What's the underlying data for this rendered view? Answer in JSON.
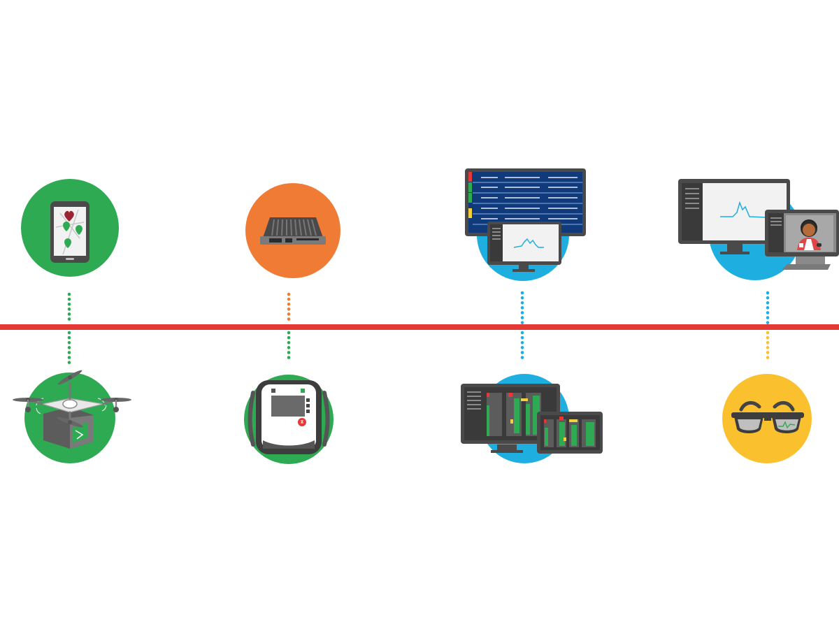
{
  "colors": {
    "background": "#ffffff",
    "timeline": "#e53935",
    "green": "#2eaa52",
    "orange": "#ef7b35",
    "blue": "#1eaee0",
    "yellow": "#fbc02d",
    "device_dark": "#4a4a4a",
    "device_mid": "#7a7a7a",
    "screen_navy": "#103a7a",
    "screen_light": "#f2f2f2",
    "alert_red": "#e53935",
    "alert_yellow": "#f4d03f"
  },
  "nodes": {
    "top": [
      {
        "icon": "smartphone-map-app-icon",
        "color": "green"
      },
      {
        "icon": "edge-router-box-icon",
        "color": "orange"
      },
      {
        "icon": "dashboard-monitor-icon",
        "color": "blue"
      },
      {
        "icon": "telemedicine-video-call-icon",
        "color": "blue"
      }
    ],
    "bottom": [
      {
        "icon": "drone-delivery-aed-icon",
        "color": "green"
      },
      {
        "icon": "defibrillator-icon",
        "color": "green"
      },
      {
        "icon": "status-board-monitor-icon",
        "color": "blue"
      },
      {
        "icon": "smart-glasses-icon",
        "color": "yellow"
      }
    ]
  }
}
